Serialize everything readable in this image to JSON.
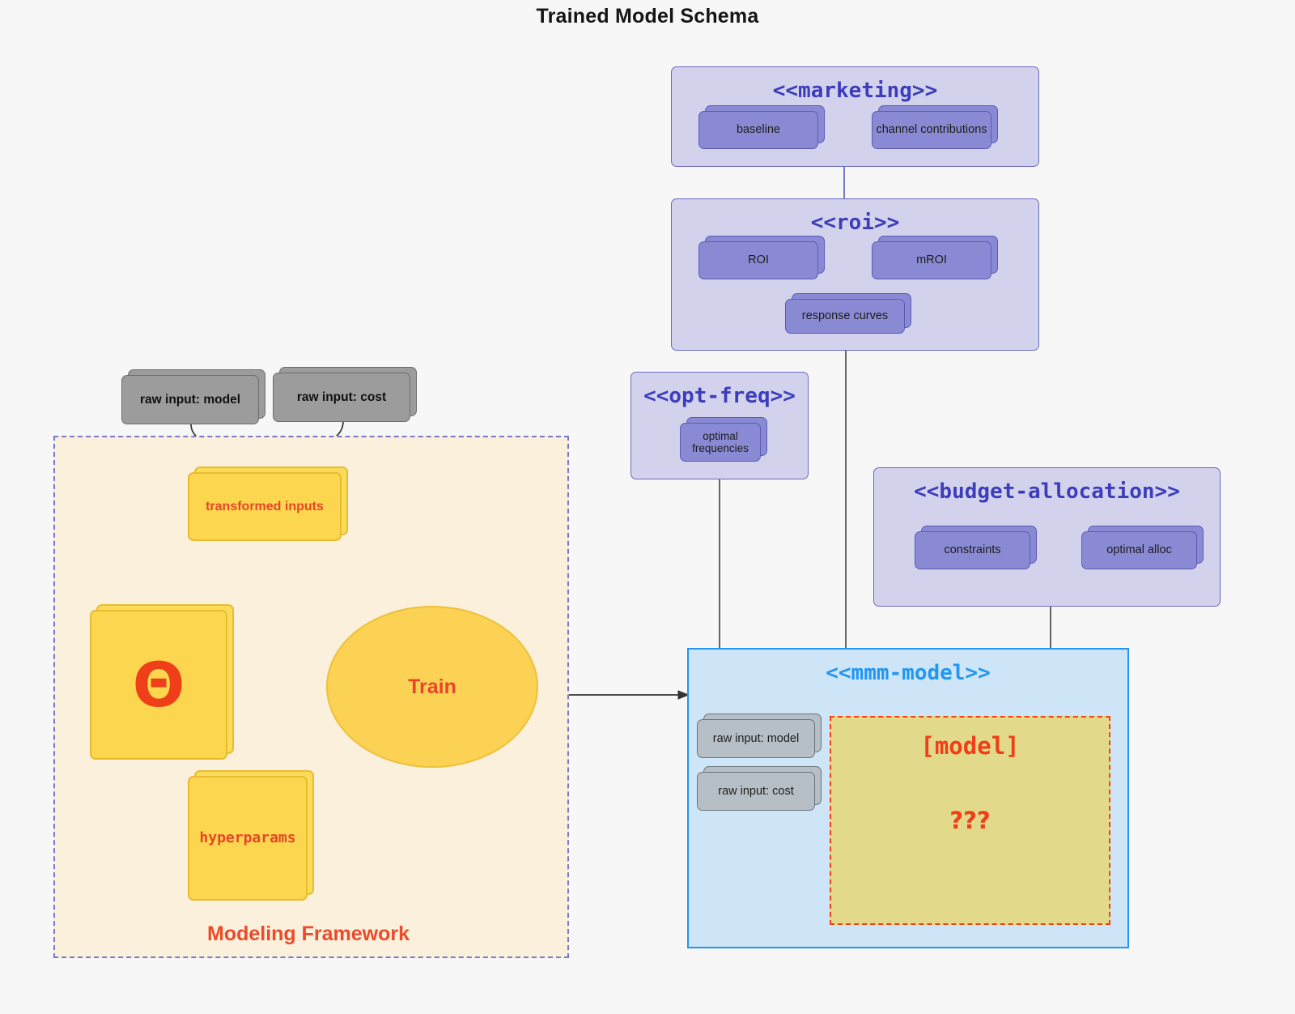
{
  "title": "Trained Model Schema",
  "colors": {
    "canvas": "#f7f7f7",
    "package_fill": "#d2d2ec",
    "package_border": "#6a6ac0",
    "package_title": "#3d3dbb",
    "component_purple": "#8a8ad4",
    "component_grey": "#b6bfc6",
    "component_grey_dark": "#9c9c9c",
    "yellow_fill": "#fbd64e",
    "yellow_border": "#e9bc2e",
    "accent_red": "#e8462a",
    "mmm_fill": "#cde5f7",
    "mmm_border": "#2196f3",
    "model_fill": "#e3d98b",
    "model_border": "#f2421a",
    "framework_fill": "#faf0dc",
    "framework_border": "#7878c8"
  },
  "packages": [
    {
      "id": "marketing",
      "title": "<<marketing>>",
      "nodes": [
        {
          "label": "baseline"
        },
        {
          "label": "channel contributions"
        }
      ]
    },
    {
      "id": "roi",
      "title": "<<roi>>",
      "nodes": [
        {
          "label": "ROI"
        },
        {
          "label": "mROI"
        },
        {
          "label": "response curves"
        }
      ]
    },
    {
      "id": "opt-freq",
      "title": "<<opt-freq>>",
      "nodes": [
        {
          "label": "optimal\nfrequencies"
        }
      ]
    },
    {
      "id": "budget-allocation",
      "title": "<<budget-allocation>>",
      "nodes": [
        {
          "label": "constraints"
        },
        {
          "label": "optimal alloc"
        }
      ]
    }
  ],
  "mmm_model": {
    "title": "<<mmm-model>>",
    "inputs": [
      {
        "label": "raw input: model"
      },
      {
        "label": "raw input: cost"
      }
    ],
    "model_box": {
      "line1": "[model]",
      "line2": "???"
    }
  },
  "modeling_framework": {
    "label": "Modeling Framework",
    "raw_inputs": [
      {
        "label": "raw input: model"
      },
      {
        "label": "raw input: cost"
      }
    ],
    "transformed_inputs": "transformed inputs",
    "theta": "Θ",
    "hyperparams": "hyperparams",
    "train": "Train"
  }
}
